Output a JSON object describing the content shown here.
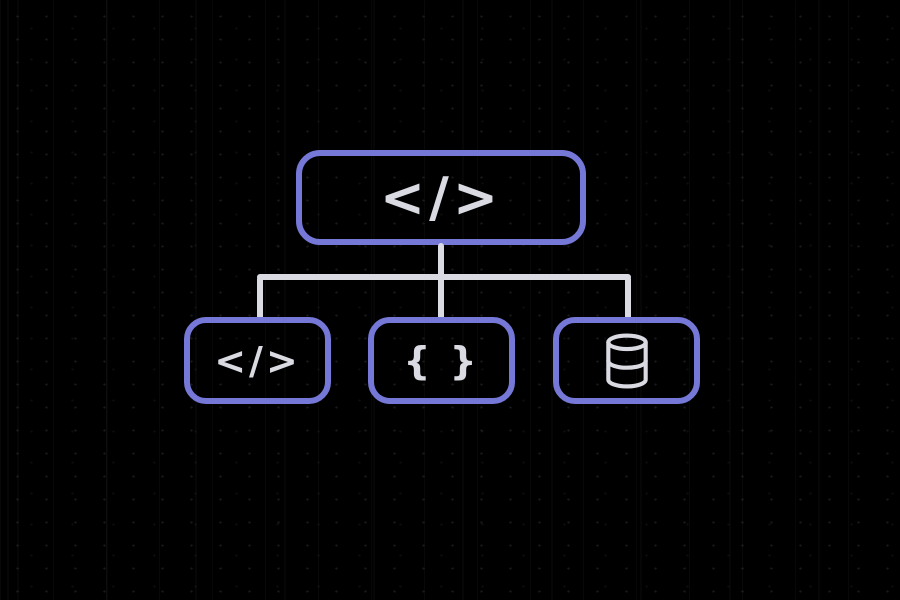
{
  "diagram": {
    "type": "tree",
    "description": "code architecture tree: root code node branching to code, braces and database nodes",
    "colors": {
      "background": "#000000",
      "node_border": "#7678d8",
      "icons_and_lines": "#d9dae2"
    },
    "root": {
      "label": "code",
      "icon": "code-icon",
      "glyph": "</>"
    },
    "children": [
      {
        "label": "code",
        "icon": "code-icon",
        "glyph": "</>"
      },
      {
        "label": "braces",
        "icon": "braces-icon",
        "glyph": "{ }"
      },
      {
        "label": "database",
        "icon": "database-icon",
        "glyph": ""
      }
    ]
  }
}
